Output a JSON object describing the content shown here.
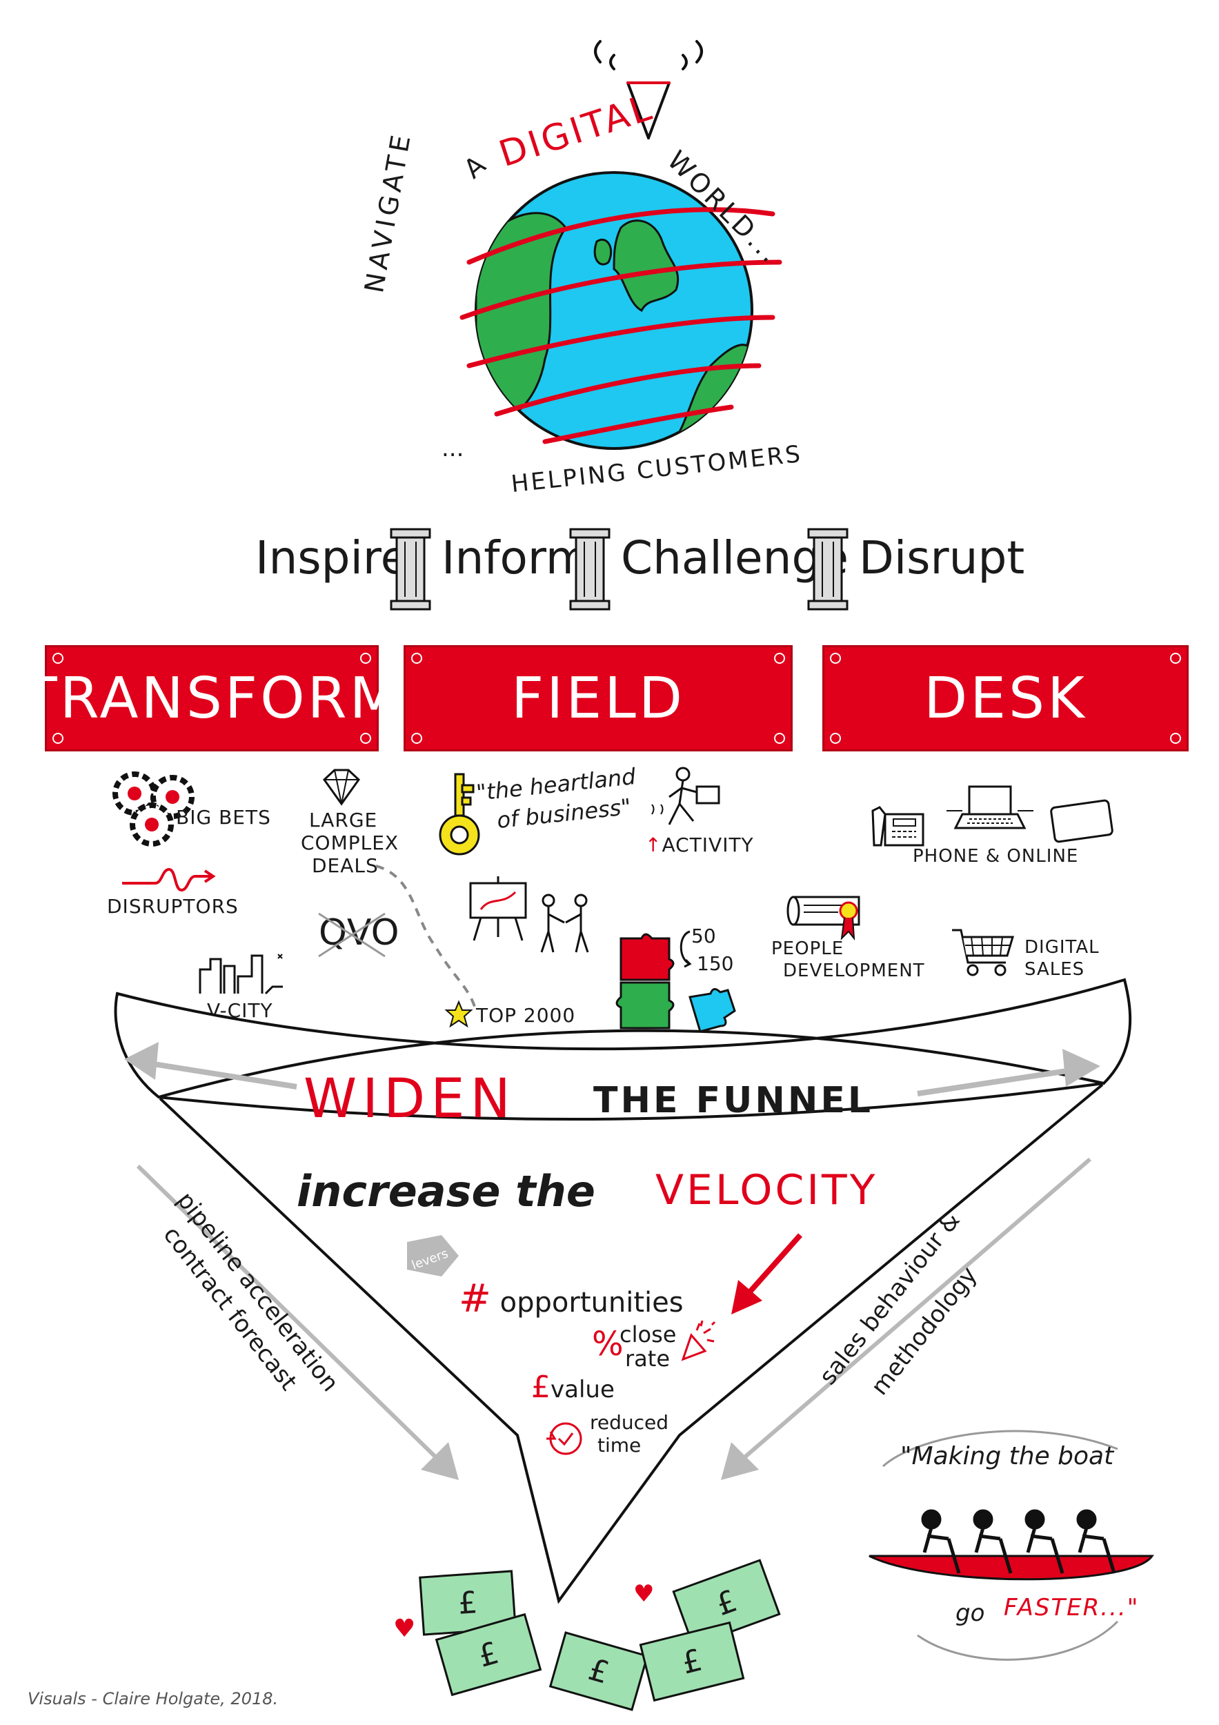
{
  "globe": {
    "arc_top": [
      "NAVIGATE",
      "A",
      "DIGITAL",
      "WORLD..."
    ],
    "arc_bottom": "HELPING CUSTOMERS",
    "dots_left": "..."
  },
  "pillars": [
    "Inspire",
    "Inform",
    "Challenge",
    "Disrupt"
  ],
  "banners": [
    "TRANSFORM",
    "FIELD",
    "DESK"
  ],
  "transform_items": {
    "big_bets": "BIG BETS",
    "large_complex_deals": [
      "LARGE",
      "COMPLEX",
      "DEALS"
    ],
    "disruptors": "DISRUPTORS",
    "qvo": "QVO",
    "v_city": "V-CITY",
    "top_2000": "TOP 2000"
  },
  "field_items": {
    "heartland": [
      "\"the heartland",
      "of business\""
    ],
    "activity": "ACTIVITY",
    "ratio_top": "50",
    "ratio_bottom": "150"
  },
  "desk_items": {
    "phone_online": "PHONE & ONLINE",
    "people_development": [
      "PEOPLE",
      "DEVELOPMENT"
    ],
    "digital_sales": [
      "DIGITAL",
      "SALES"
    ]
  },
  "funnel": {
    "widen": "WIDEN",
    "the_funnel": "THE FUNNEL",
    "increase": "increase the",
    "velocity": "VELOCITY",
    "left_side": [
      "pipeline acceleration",
      "contract forecast"
    ],
    "right_side": [
      "sales behaviour &",
      "methodology"
    ],
    "levers": "levers",
    "hash": "#",
    "opportunities": "opportunities",
    "percent": "%",
    "close_rate": [
      "close",
      "rate"
    ],
    "pound": "£",
    "value": "value",
    "reduced_time": [
      "reduced",
      "time"
    ]
  },
  "boat": {
    "quote_top": "\"Making the boat",
    "quote_go": "go",
    "quote_faster": "FASTER...\""
  },
  "money_symbol": "£",
  "credit": "Visuals - Claire Holgate, 2018.",
  "colors": {
    "red": "#e0001b",
    "ocean": "#1ec8f0",
    "land": "#2fae4e",
    "money": "#9fe0b0",
    "grey": "#b9b9b9",
    "key": "#f4e21c"
  }
}
